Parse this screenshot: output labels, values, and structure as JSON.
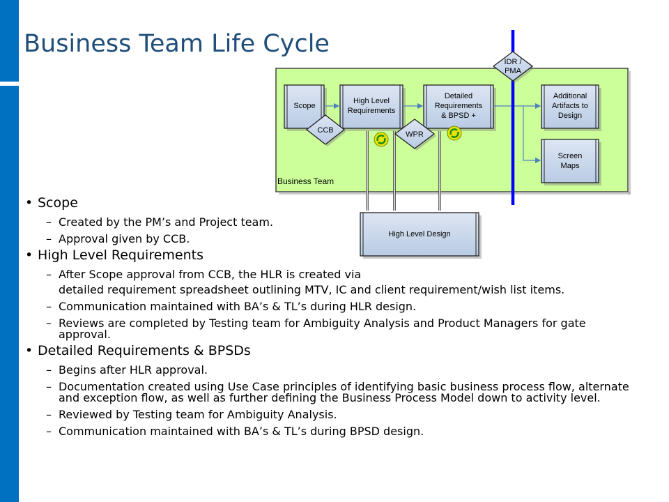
{
  "title": "Business Team Life Cycle",
  "colors": {
    "accent_bar": "#0070c0",
    "title": "#1f4e79",
    "business_area": "#ccff99",
    "box_fill": "#c9d7ea",
    "gate_line": "#0000ff"
  },
  "diagram": {
    "area_label": "Business Team",
    "scope": "Scope",
    "hlr_line1": "High Level",
    "hlr_line2": "Requirements",
    "detail_line1": "Detailed",
    "detail_line2": "Requirements",
    "detail_line3": "& BPSD +",
    "additional_line1": "Additional",
    "additional_line2": "Artifacts to",
    "additional_line3": "Design",
    "screen_line1": "Screen",
    "screen_line2": "Maps",
    "hld": "High Level Design",
    "ccb": "CCB",
    "wpr": "WPR",
    "idr_line1": "IDR /",
    "idr_line2": "PMA"
  },
  "bullets": [
    {
      "text": "Scope",
      "subs": [
        {
          "text": "Created by the PM’s and Project team."
        },
        {
          "text": "Approval given by CCB."
        }
      ]
    },
    {
      "text": "High Level Requirements",
      "subs": [
        {
          "text": "After Scope approval from CCB, the HLR is created via",
          "cont": "detailed requirement spreadsheet outlining MTV, IC and client requirement/wish list items."
        },
        {
          "text": "Communication maintained with BA’s & TL’s during HLR design."
        },
        {
          "text": "Reviews are completed by Testing team for Ambiguity Analysis and Product Managers for gate approval."
        }
      ]
    },
    {
      "text": "Detailed Requirements & BPSDs",
      "subs": [
        {
          "text": "Begins after HLR approval."
        },
        {
          "text": "Documentation created using Use Case principles of identifying basic business process flow, alternate and exception flow, as well as further defining the Business Process Model down to activity level."
        },
        {
          "text": "Reviewed by Testing team for Ambiguity Analysis."
        },
        {
          "text": "Communication maintained with BA’s & TL’s during BPSD design."
        }
      ]
    }
  ]
}
